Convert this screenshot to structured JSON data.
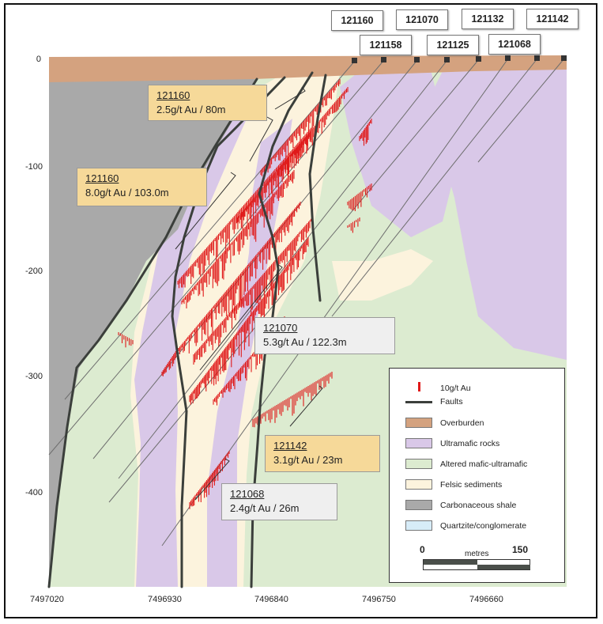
{
  "y_axis_ticks": [
    {
      "label": "0",
      "value": 0
    },
    {
      "label": "-100",
      "value": -100
    },
    {
      "label": "-200",
      "value": -200
    },
    {
      "label": "-300",
      "value": -300
    },
    {
      "label": "-400",
      "value": -400
    }
  ],
  "x_axis_ticks": [
    "7497020",
    "7496930",
    "7496840",
    "7496750",
    "7496660"
  ],
  "hole_tags": [
    {
      "id": "121160"
    },
    {
      "id": "121070"
    },
    {
      "id": "121132"
    },
    {
      "id": "121142"
    },
    {
      "id": "121158"
    },
    {
      "id": "121125"
    },
    {
      "id": "121068"
    }
  ],
  "callouts": [
    {
      "hole": "121160",
      "grade": "2.5g/t Au / 80m",
      "style": "gold"
    },
    {
      "hole": "121160",
      "grade": "8.0g/t Au / 103.0m",
      "style": "gold"
    },
    {
      "hole": "121070",
      "grade": "5.3g/t Au / 122.3m",
      "style": "grey"
    },
    {
      "hole": "121142",
      "grade": "3.1g/t Au / 23m",
      "style": "gold"
    },
    {
      "hole": "121068",
      "grade": "2.4g/t Au / 26m",
      "style": "grey"
    }
  ],
  "legend": {
    "assay": "10g/t Au",
    "faults": "Faults",
    "units": [
      {
        "label": "Overburden",
        "color": "#d4a27f"
      },
      {
        "label": "Ultramafic rocks",
        "color": "#d9c8e8"
      },
      {
        "label": "Altered mafic-ultramafic",
        "color": "#dcebd0"
      },
      {
        "label": "Felsic sediments",
        "color": "#fcf3dd"
      },
      {
        "label": "Carbonaceous shale",
        "color": "#a9a9a9"
      },
      {
        "label": "Quartzite/conglomerate",
        "color": "#d7ecf8"
      }
    ],
    "scale_min": "0",
    "scale_unit": "metres",
    "scale_max": "150"
  },
  "colors": {
    "assay": "#e01a1a",
    "fault": "#3b3f3b",
    "hole_trace": "#6e6e6e"
  }
}
